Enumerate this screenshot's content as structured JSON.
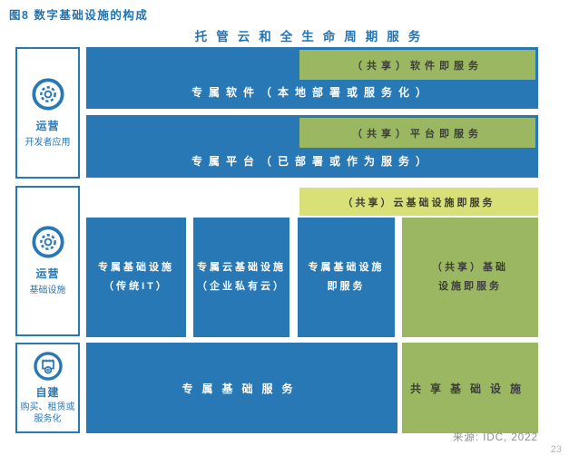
{
  "page": {
    "title": "图8 数字基础设施的构成",
    "header": "托管云和全生命周期服务",
    "source": "来源: IDC, 2022",
    "page_number": "23"
  },
  "colors": {
    "blue": "#2878b5",
    "green": "#9cb762",
    "light_green": "#d9e077",
    "dark_text": "#3d3d3d",
    "sidebar_border": "#2878b5"
  },
  "sidebar": {
    "items": [
      {
        "icon": "gear-icon",
        "title": "运营",
        "subtitle": "开发者应用"
      },
      {
        "icon": "gear-icon",
        "title": "运营",
        "subtitle": "基础设施"
      },
      {
        "icon": "factory-coin-icon",
        "title": "自建",
        "subtitle": "购买、租赁或服务化"
      }
    ]
  },
  "diagram": {
    "rows": [
      {
        "name": "software",
        "shared_label": "（共享）软件即服务",
        "dedicated_label": "专属软件（本地部署或服务化）"
      },
      {
        "name": "platform",
        "shared_label": "（共享）平台即服务",
        "dedicated_label": "专属平台（已部署或作为服务）"
      }
    ],
    "iaas_bar": "（共享）云基础设施即服务",
    "infra_columns": [
      {
        "type": "blue",
        "line1": "专属基础设施",
        "line2": "（传统IT）"
      },
      {
        "type": "blue",
        "line1": "专属云基础设施",
        "line2": "（企业私有云）"
      },
      {
        "type": "blue",
        "line1": "专属基础设施",
        "line2": "即服务"
      },
      {
        "type": "green",
        "line1": "（共享）基础",
        "line2": "设施即服务"
      }
    ],
    "bottom": {
      "dedicated_label": "专属基础服务",
      "shared_label": "共享基础设施"
    }
  }
}
